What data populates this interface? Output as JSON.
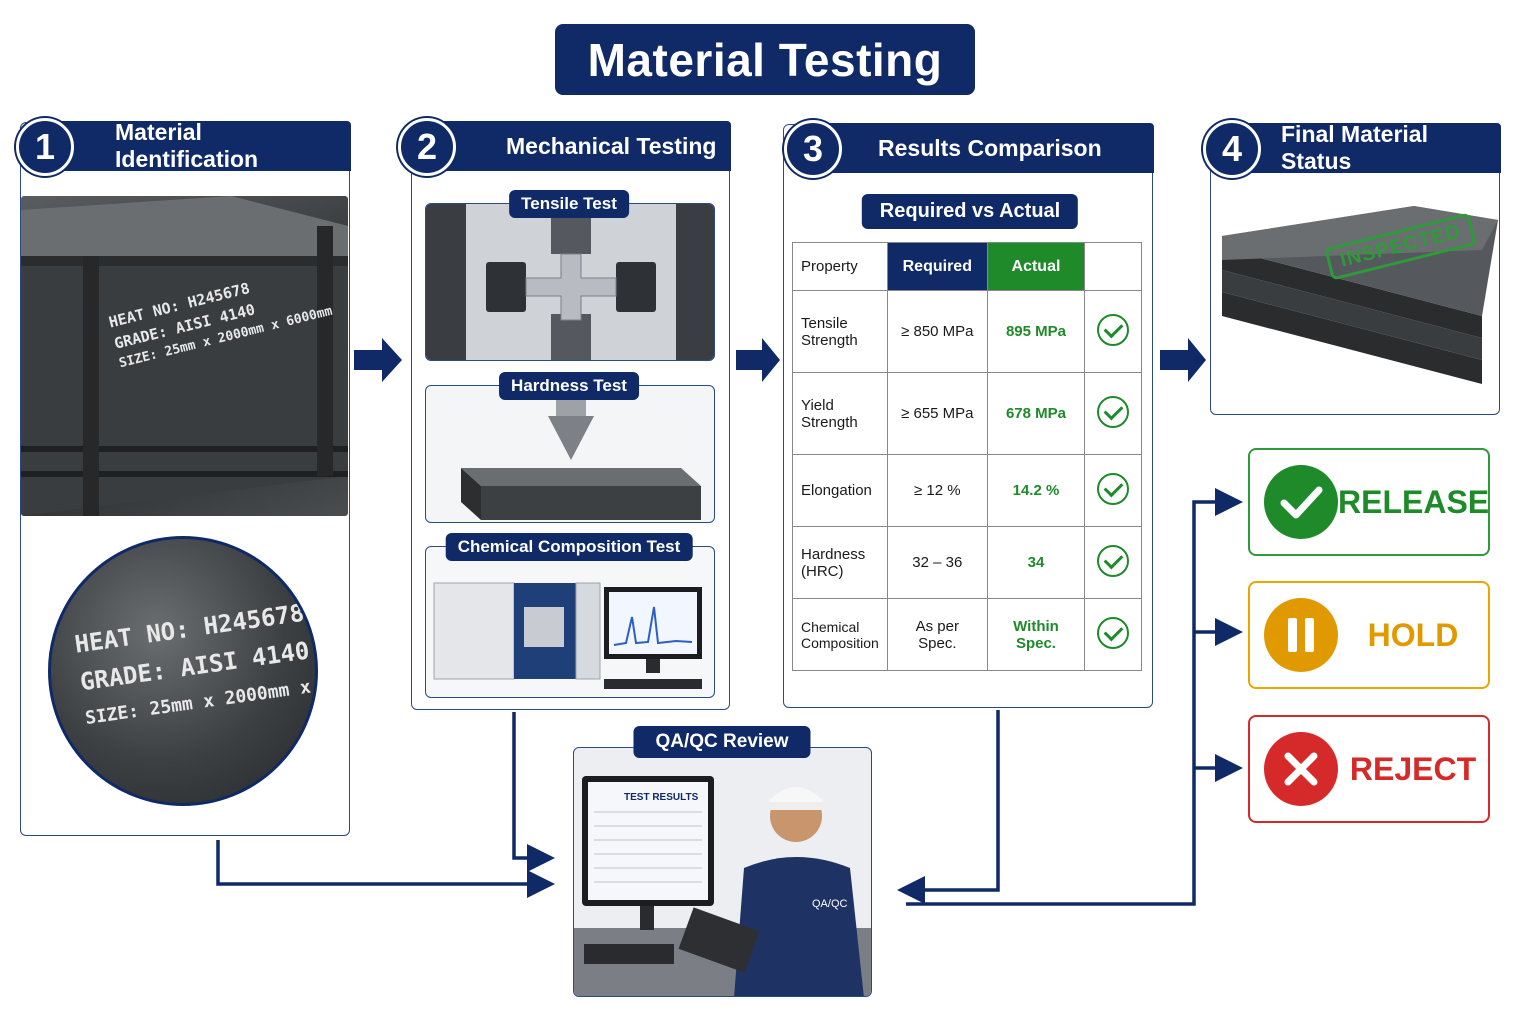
{
  "title": "Material Testing",
  "steps": [
    {
      "num": "1",
      "label": "Material Identification"
    },
    {
      "num": "2",
      "label": "Mechanical Testing"
    },
    {
      "num": "3",
      "label": "Results Comparison"
    },
    {
      "num": "4",
      "label": "Final Material Status"
    }
  ],
  "plate_marking": {
    "heat": "HEAT NO: H245678",
    "grade": "GRADE: AISI 4140",
    "size": "SIZE: 25mm x 2000mm x 6000mm"
  },
  "tests": {
    "tensile": "Tensile Test",
    "hardness": "Hardness Test",
    "chemical": "Chemical Composition Test"
  },
  "comparison": {
    "heading": "Required vs Actual",
    "columns": {
      "property": "Property",
      "required": "Required",
      "actual": "Actual"
    },
    "rows": [
      {
        "property": "Tensile Strength",
        "required": "≥ 850 MPa",
        "actual": "895 MPa"
      },
      {
        "property": "Yield Strength",
        "required": "≥ 655 MPa",
        "actual": "678 MPa"
      },
      {
        "property": "Elongation",
        "required": "≥ 12 %",
        "actual": "14.2 %"
      },
      {
        "property": "Hardness (HRC)",
        "required": "32 – 36",
        "actual": "34"
      },
      {
        "property": "Chemical Composition",
        "required": "As per Spec.",
        "actual": "Within Spec."
      }
    ]
  },
  "stamp": "INSPECTED",
  "review": {
    "label": "QA/QC Review",
    "screen_title": "TEST RESULTS",
    "badge": "QA/QC"
  },
  "status": {
    "release": "RELEASE",
    "hold": "HOLD",
    "reject": "REJECT"
  },
  "colors": {
    "navy": "#0f2a66",
    "green": "#1e8a2a",
    "amber": "#e09a00",
    "red": "#d62a2a"
  }
}
